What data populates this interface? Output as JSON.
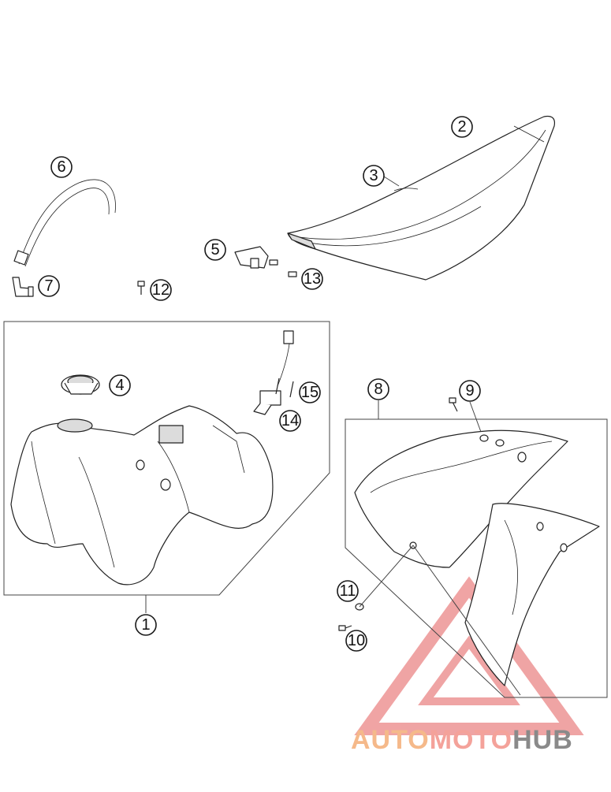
{
  "diagram": {
    "callouts": [
      "1",
      "2",
      "3",
      "4",
      "5",
      "6",
      "7",
      "8",
      "9",
      "10",
      "11",
      "12",
      "13",
      "14",
      "15"
    ]
  },
  "watermark": {
    "part1": "AUTO",
    "part2": "MOTO",
    "part3": "HUB"
  }
}
